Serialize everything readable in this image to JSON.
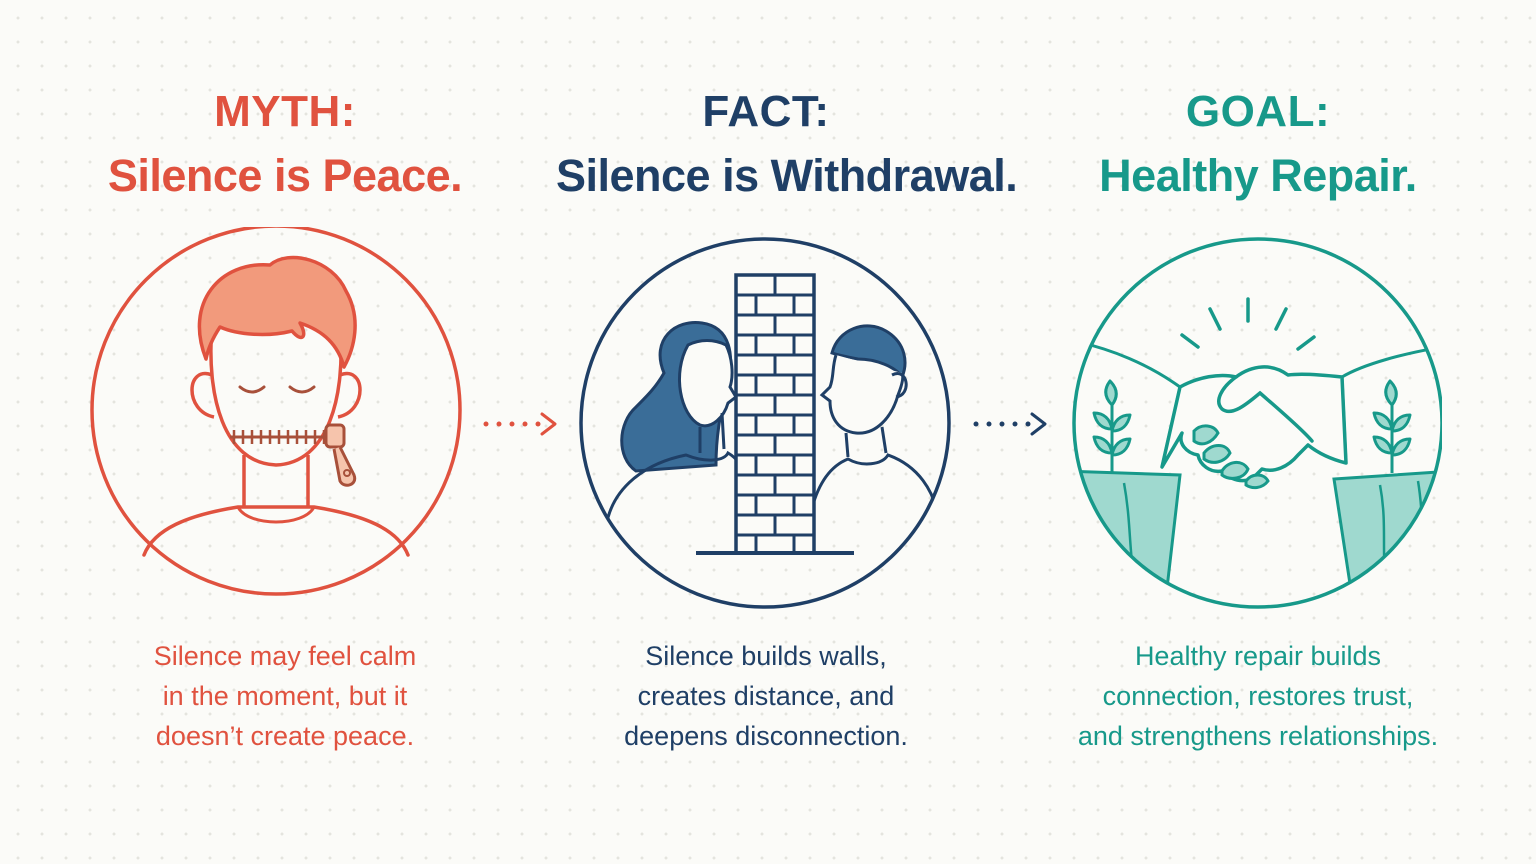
{
  "colors": {
    "myth": "#e0523f",
    "fact": "#1f3f66",
    "goal": "#17998a"
  },
  "panels": {
    "myth": {
      "label": "MYTH:",
      "headline": "Silence is Peace.",
      "description": [
        "Silence may feel calm",
        "in the moment, but it",
        "doesn’t create peace."
      ],
      "icon": "zipped-mouth-person-icon"
    },
    "fact": {
      "label": "FACT:",
      "headline": "Silence is Withdrawal.",
      "description": [
        "Silence builds walls,",
        "creates distance, and",
        "deepens disconnection."
      ],
      "icon": "brick-wall-between-people-icon"
    },
    "goal": {
      "label": "GOAL:",
      "headline": "Healthy Repair.",
      "description": [
        "Healthy repair builds",
        "connection, restores trust,",
        "and strengthens relationships."
      ],
      "icon": "handshake-icon"
    }
  },
  "arrows": [
    "dotted-arrow-right-icon",
    "dotted-arrow-right-icon"
  ]
}
